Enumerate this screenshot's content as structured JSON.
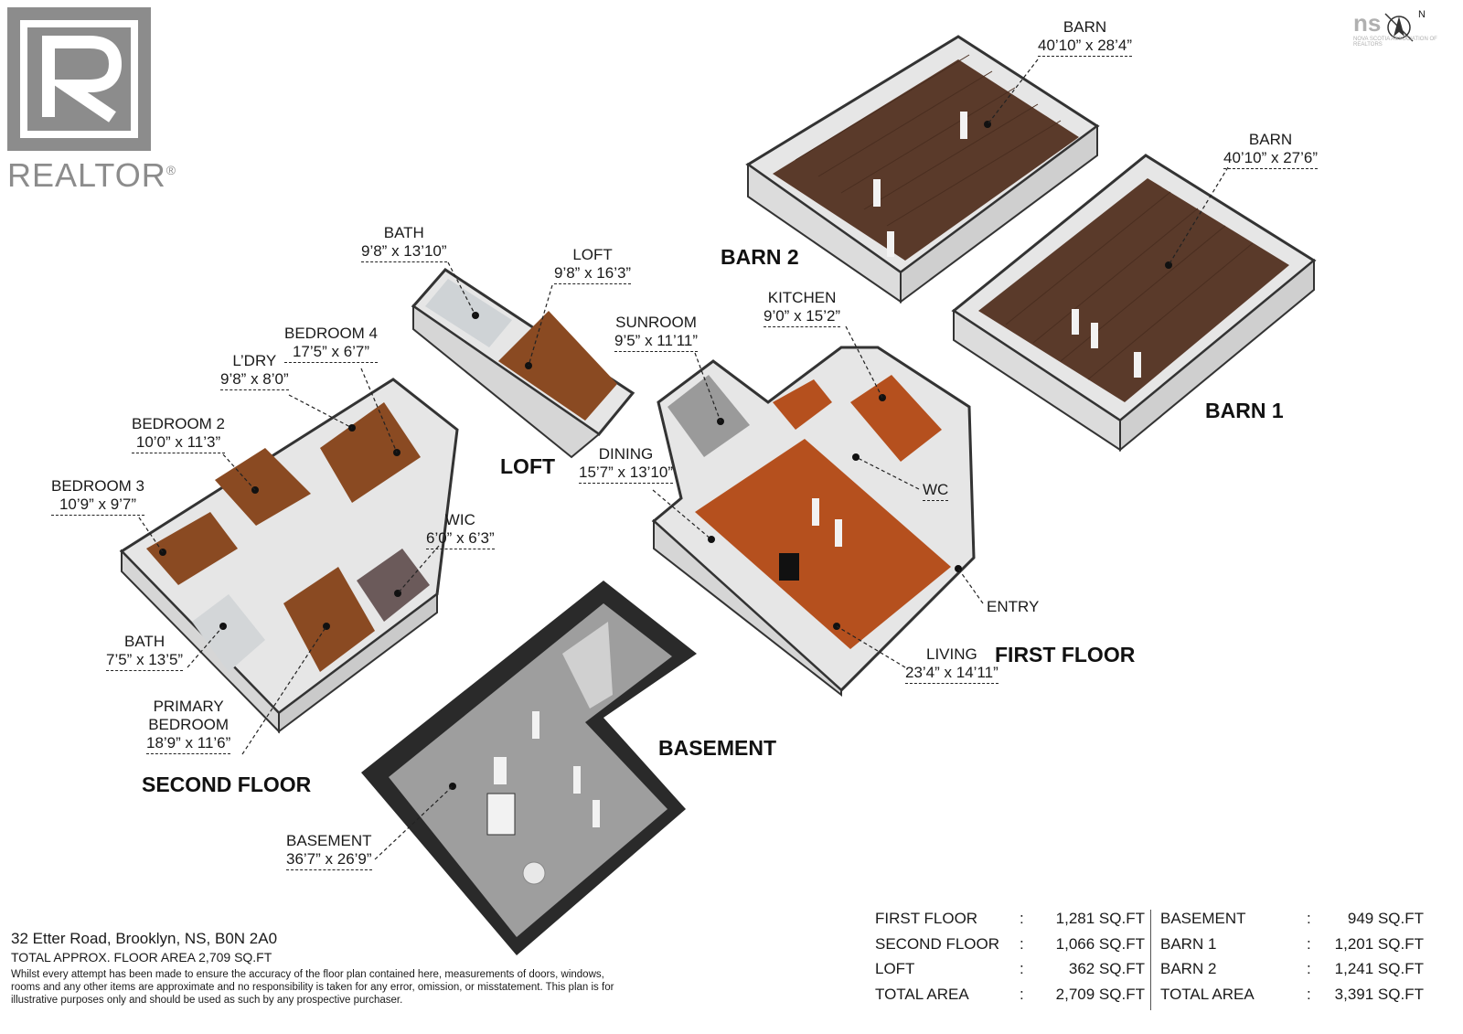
{
  "logo": {
    "name": "REALTOR",
    "sup": "®"
  },
  "brand_mark": {
    "text": "ns",
    "subtext": "NOVA SCOTIA ASSOCIATION OF REALTORS",
    "compass": "N"
  },
  "sections": {
    "barn2": "BARN 2",
    "barn1": "BARN 1",
    "loft": "LOFT",
    "first_floor": "FIRST FLOOR",
    "second_floor": "SECOND FLOOR",
    "basement": "BASEMENT"
  },
  "rooms": [
    {
      "name": "BARN",
      "dims": "40’10” x 28’4”"
    },
    {
      "name": "BARN",
      "dims": "40’10” x 27’6”"
    },
    {
      "name": "BATH",
      "dims": "9’8” x 13’10”"
    },
    {
      "name": "LOFT",
      "dims": "9’8” x 16’3”"
    },
    {
      "name": "KITCHEN",
      "dims": "9’0” x 15’2”"
    },
    {
      "name": "SUNROOM",
      "dims": "9’5” x 11’11”"
    },
    {
      "name": "BEDROOM 4",
      "dims": "17’5” x 6’7”"
    },
    {
      "name": "L’DRY",
      "dims": "9’8” x 8’0”"
    },
    {
      "name": "BEDROOM 2",
      "dims": "10’0” x 11’3”"
    },
    {
      "name": "DINING",
      "dims": "15’7” x 13’10”"
    },
    {
      "name": "BEDROOM 3",
      "dims": "10’9” x 9’7”"
    },
    {
      "name": "WIC",
      "dims": "6’0” x 6’3”"
    },
    {
      "name": "WC",
      "dims": ""
    },
    {
      "name": "ENTRY",
      "dims": ""
    },
    {
      "name": "LIVING",
      "dims": "23’4” x 14’11”"
    },
    {
      "name": "BATH",
      "dims": "7’5” x 13’5”"
    },
    {
      "name": "PRIMARY\nBEDROOM",
      "dims": "18’9” x 11’6”"
    },
    {
      "name": "BASEMENT",
      "dims": "36’7” x 26’9”"
    }
  ],
  "address": {
    "line": "32 Etter Road, Brooklyn, NS, B0N 2A0",
    "total": "TOTAL APPROX. FLOOR AREA 2,709 SQ.FT",
    "disclaimer": "Whilst every attempt has been made to ensure the accuracy of the floor plan contained here, measurements of doors, windows, rooms and any other items are approximate and no responsibility is taken for any error, omission, or misstatement. This plan is for illustrative purposes only and should be used as such by any prospective purchaser."
  },
  "area_table_left": [
    {
      "label": "FIRST FLOOR",
      "sep": ":",
      "value": "1,281 SQ.FT"
    },
    {
      "label": "SECOND FLOOR",
      "sep": ":",
      "value": "1,066 SQ.FT"
    },
    {
      "label": "LOFT",
      "sep": ":",
      "value": "362 SQ.FT"
    },
    {
      "label": "TOTAL AREA",
      "sep": ":",
      "value": "2,709 SQ.FT"
    }
  ],
  "area_table_right": [
    {
      "label": "BASEMENT",
      "sep": ":",
      "value": "949 SQ.FT"
    },
    {
      "label": "BARN 1",
      "sep": ":",
      "value": "1,201 SQ.FT"
    },
    {
      "label": "BARN 2",
      "sep": ":",
      "value": "1,241 SQ.FT"
    },
    {
      "label": "TOTAL AREA",
      "sep": ":",
      "value": "3,391 SQ.FT"
    }
  ],
  "colors": {
    "floor_wood": "#7a3e1c",
    "barn_wood": "#5a3a2a",
    "basement_floor": "#9e9e9e",
    "wall": "#e8e8e8",
    "wall_dark": "#2a2a2a",
    "logo_gray": "#8c8c8c"
  }
}
